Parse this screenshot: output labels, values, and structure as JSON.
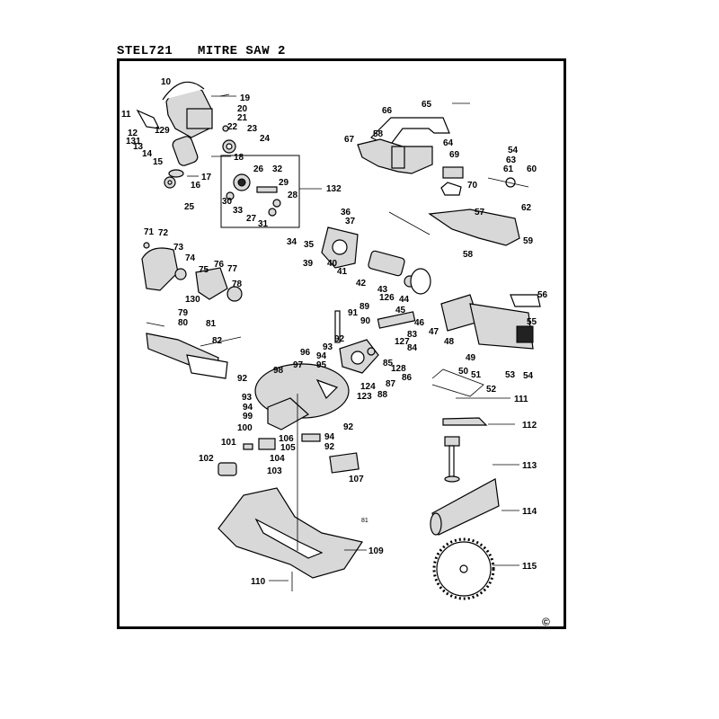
{
  "header": {
    "model": "STEL721",
    "title": "MITRE SAW 2"
  },
  "copyright": "©",
  "callouts": {
    "c10": "10",
    "c19": "19",
    "c20": "20",
    "c21": "21",
    "c11": "11",
    "c22": "22",
    "c23": "23",
    "c12": "12",
    "c129": "129",
    "c131": "131",
    "c13": "13",
    "c14": "14",
    "c24": "24",
    "c18": "18",
    "c15": "15",
    "c17": "17",
    "c16": "16",
    "c26": "26",
    "c32": "32",
    "c29": "29",
    "c28": "28",
    "c30": "30",
    "c33": "33",
    "c27": "27",
    "c31": "31",
    "c25": "25",
    "c132": "132",
    "c65": "65",
    "c66": "66",
    "c58a": "58",
    "c67": "67",
    "c64": "64",
    "c69": "69",
    "c54": "54",
    "c63": "63",
    "c61": "61",
    "c60": "60",
    "c70": "70",
    "c57": "57",
    "c62": "62",
    "c59": "59",
    "c58b": "58",
    "c36": "36",
    "c37": "37",
    "c34": "34",
    "c35": "35",
    "c39": "39",
    "c40": "40",
    "c41": "41",
    "c42": "42",
    "c43": "43",
    "c126": "126",
    "c44": "44",
    "c45": "45",
    "c46": "46",
    "c47": "47",
    "c48": "48",
    "c56": "56",
    "c55": "55",
    "c71": "71",
    "c72": "72",
    "c73": "73",
    "c74": "74",
    "c75": "75",
    "c76": "76",
    "c77": "77",
    "c78": "78",
    "c130": "130",
    "c79": "79",
    "c80": "80",
    "c81": "81",
    "c82": "82",
    "c91": "91",
    "c89": "89",
    "c90": "90",
    "c83": "83",
    "c127": "127",
    "c84": "84",
    "c92a": "92",
    "c93a": "93",
    "c96": "96",
    "c94a": "94",
    "c95": "95",
    "c97": "97",
    "c85": "85",
    "c128": "128",
    "c86": "86",
    "c87": "87",
    "c124": "124",
    "c123": "123",
    "c88": "88",
    "c49": "49",
    "c50": "50",
    "c51": "51",
    "c53": "53",
    "c52": "52",
    "c54b": "54",
    "c98": "98",
    "c92b": "92",
    "c93b": "93",
    "c94b": "94",
    "c99": "99",
    "c111": "111",
    "c112": "112",
    "c100": "100",
    "c106": "106",
    "c105": "105",
    "c94c": "94",
    "c92c": "92",
    "c92d": "92",
    "c101": "101",
    "c104": "104",
    "c102": "102",
    "c103": "103",
    "c107": "107",
    "c113": "113",
    "c114": "114",
    "c81b": "81",
    "c109": "109",
    "c115": "115",
    "c110": "110"
  }
}
